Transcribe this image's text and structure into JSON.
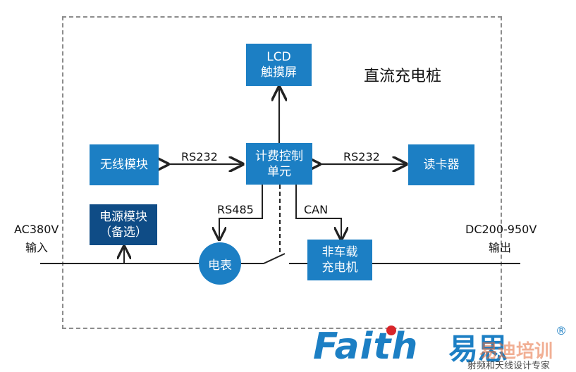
{
  "diagram": {
    "title": "直流充电桩",
    "nodes": {
      "lcd": [
        "LCD",
        "触摸屏"
      ],
      "controller": [
        "计费控制",
        "单元"
      ],
      "wireless": "无线模块",
      "card_reader": "读卡器",
      "power_module": [
        "电源模块",
        "（备选）"
      ],
      "meter": "电表",
      "charger": [
        "非车载",
        "充电机"
      ]
    },
    "links": {
      "rs232_left": "RS232",
      "rs232_right": "RS232",
      "rs485": "RS485",
      "can": "CAN"
    },
    "input": [
      "AC380V",
      "输入"
    ],
    "output": [
      "DC200-950V",
      "输出"
    ]
  },
  "logo": {
    "brand": "Faith",
    "brand_cn": "易思",
    "registered": "®",
    "slogan": "射频和天线设计专家",
    "watermark": "易迪培训"
  },
  "colors": {
    "box": "#1c7fc4",
    "box_dark": "#0f4c86",
    "frame": "#8c8c8c"
  }
}
